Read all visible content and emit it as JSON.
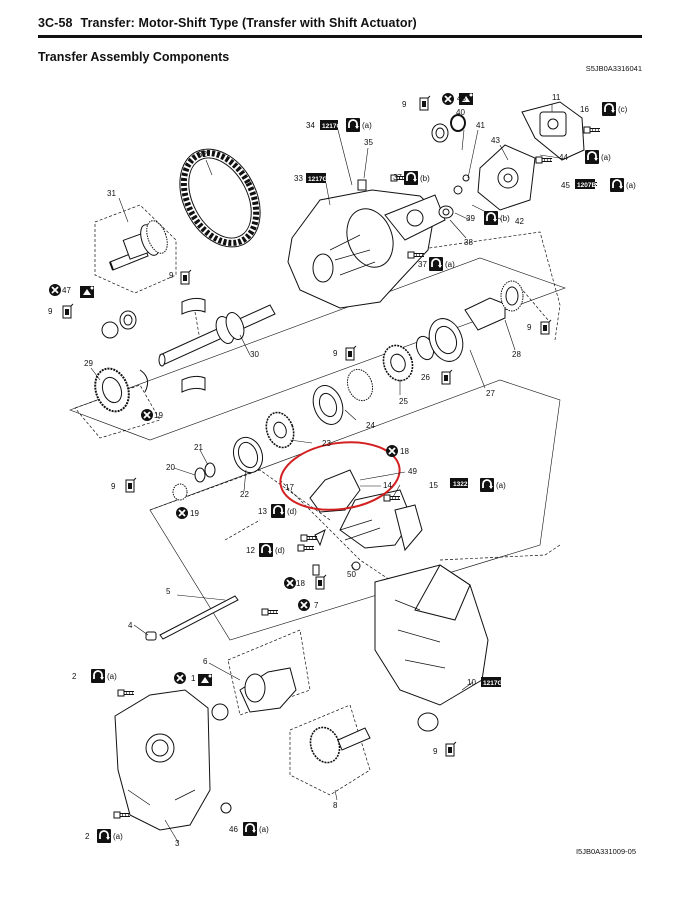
{
  "header": {
    "page_number": "3C-58",
    "title": "Transfer: Motor-Shift Type (Transfer with Shift Actuator)"
  },
  "section_title": "Transfer Assembly Components",
  "image_ref": "S5JB0A3316041",
  "figure_ref": "I5JB0A331009-05",
  "callouts": {
    "c1": "1",
    "c2a": "2",
    "c2b": "2",
    "c3": "3",
    "c4": "4",
    "c5": "5",
    "c6": "6",
    "c7": "7",
    "c8": "8",
    "c9a": "9",
    "c9b": "9",
    "c9c": "9",
    "c9d": "9",
    "c9e": "9",
    "c9f": "9",
    "c9g": "9",
    "c10": "10",
    "c11": "11",
    "c12": "12",
    "c13": "13",
    "c14": "14",
    "c15": "15",
    "c16": "16",
    "c17": "17",
    "c18a": "18",
    "c18b": "18",
    "c19a": "19",
    "c19b": "19",
    "c20": "20",
    "c21": "21",
    "c22": "22",
    "c23": "23",
    "c24": "24",
    "c25": "25",
    "c26": "26",
    "c27": "27",
    "c28": "28",
    "c29": "29",
    "c30": "30",
    "c31": "31",
    "c32": "32",
    "c33": "33",
    "c34": "34",
    "c35": "35",
    "c37a": "37",
    "c37b": "37",
    "c38": "38",
    "c39": "39",
    "c40": "40",
    "c41": "41",
    "c42": "42",
    "c43": "43",
    "c44": "44",
    "c45": "45",
    "c46": "46",
    "c47": "47",
    "c48": "48",
    "c49": "49",
    "c50": "50"
  },
  "badges": {
    "a": "(a)",
    "b": "(b)",
    "c": "(c)",
    "d": "(d)",
    "sealant_a": "1217G",
    "sealant_b": "1207B",
    "sealant_c": "1322"
  },
  "colors": {
    "line": "#111111",
    "highlight": "#d32020"
  }
}
